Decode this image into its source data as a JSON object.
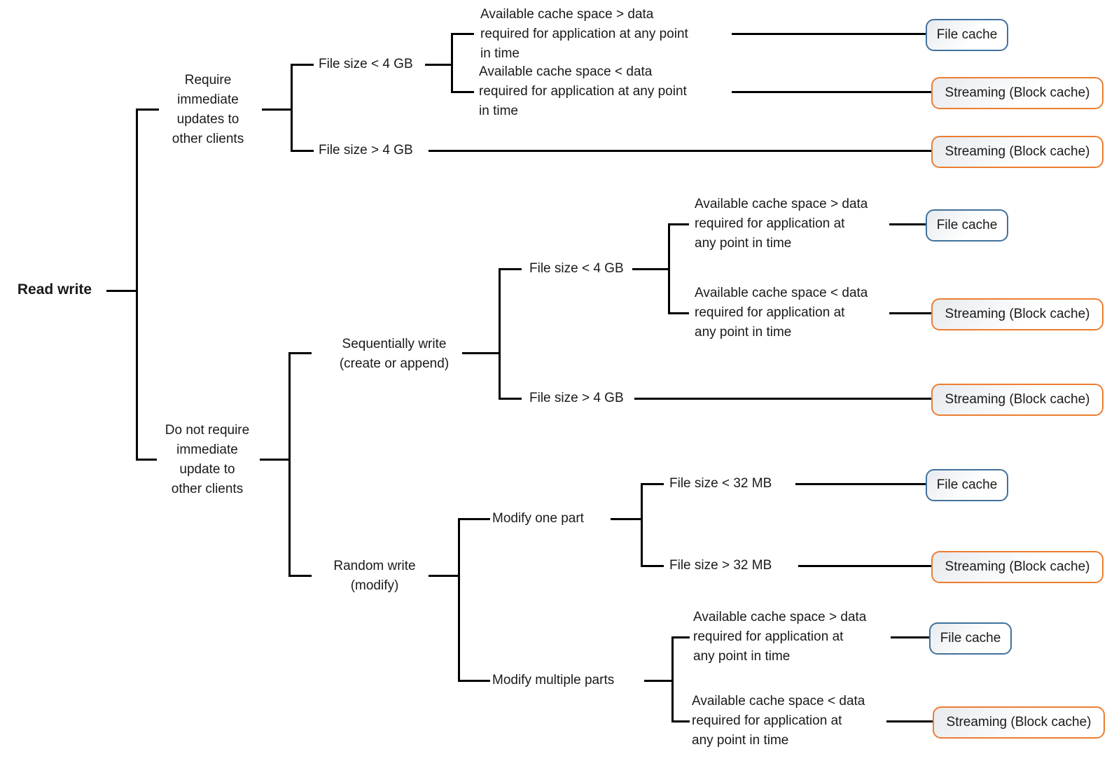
{
  "colors": {
    "file_cache_border": "#41719C",
    "streaming_border": "#ED7D31",
    "connector": "#000000",
    "text": "#1A1A1A",
    "box_gradient_start": "#E7EAEE",
    "box_gradient_end": "#FFFFFF"
  },
  "tree": {
    "label": "Read write",
    "children": [
      {
        "lines": [
          "Require",
          "immediate",
          "updates to",
          "other clients"
        ],
        "children": [
          {
            "label": "File size < 4 GB",
            "children": [
              {
                "lines": [
                  "Available cache space > data",
                  "required for application at any point",
                  "in time"
                ],
                "outcome": {
                  "type": "file_cache",
                  "label": "File cache"
                }
              },
              {
                "lines": [
                  "Available cache space < data",
                  "required for application at any point",
                  "in time"
                ],
                "outcome": {
                  "type": "streaming",
                  "label": "Streaming (Block cache)"
                }
              }
            ]
          },
          {
            "label": "File size > 4 GB",
            "outcome": {
              "type": "streaming",
              "label": "Streaming (Block cache)"
            }
          }
        ]
      },
      {
        "lines": [
          "Do not require",
          "immediate",
          "update to",
          "other clients"
        ],
        "children": [
          {
            "lines": [
              "Sequentially write",
              "(create or append)"
            ],
            "children": [
              {
                "label": "File size < 4 GB",
                "children": [
                  {
                    "lines": [
                      "Available cache space > data",
                      "required for application at",
                      "any point in time"
                    ],
                    "outcome": {
                      "type": "file_cache",
                      "label": "File cache"
                    }
                  },
                  {
                    "lines": [
                      "Available cache space < data",
                      "required for application at",
                      "any point in time"
                    ],
                    "outcome": {
                      "type": "streaming",
                      "label": "Streaming (Block cache)"
                    }
                  }
                ]
              },
              {
                "label": "File size > 4 GB",
                "outcome": {
                  "type": "streaming",
                  "label": "Streaming (Block cache)"
                }
              }
            ]
          },
          {
            "lines": [
              "Random write",
              "(modify)"
            ],
            "children": [
              {
                "label": "Modify one part",
                "children": [
                  {
                    "label": "File size < 32 MB",
                    "outcome": {
                      "type": "file_cache",
                      "label": "File cache"
                    }
                  },
                  {
                    "label": "File size > 32 MB",
                    "outcome": {
                      "type": "streaming",
                      "label": "Streaming (Block cache)"
                    }
                  }
                ]
              },
              {
                "label": "Modify multiple parts",
                "children": [
                  {
                    "lines": [
                      "Available cache space > data",
                      "required for application at",
                      "any point in time"
                    ],
                    "outcome": {
                      "type": "file_cache",
                      "label": "File cache"
                    }
                  },
                  {
                    "lines": [
                      "Available cache space < data",
                      "required for application at",
                      "any point in time"
                    ],
                    "outcome": {
                      "type": "streaming",
                      "label": "Streaming (Block cache)"
                    }
                  }
                ]
              }
            ]
          }
        ]
      }
    ]
  }
}
